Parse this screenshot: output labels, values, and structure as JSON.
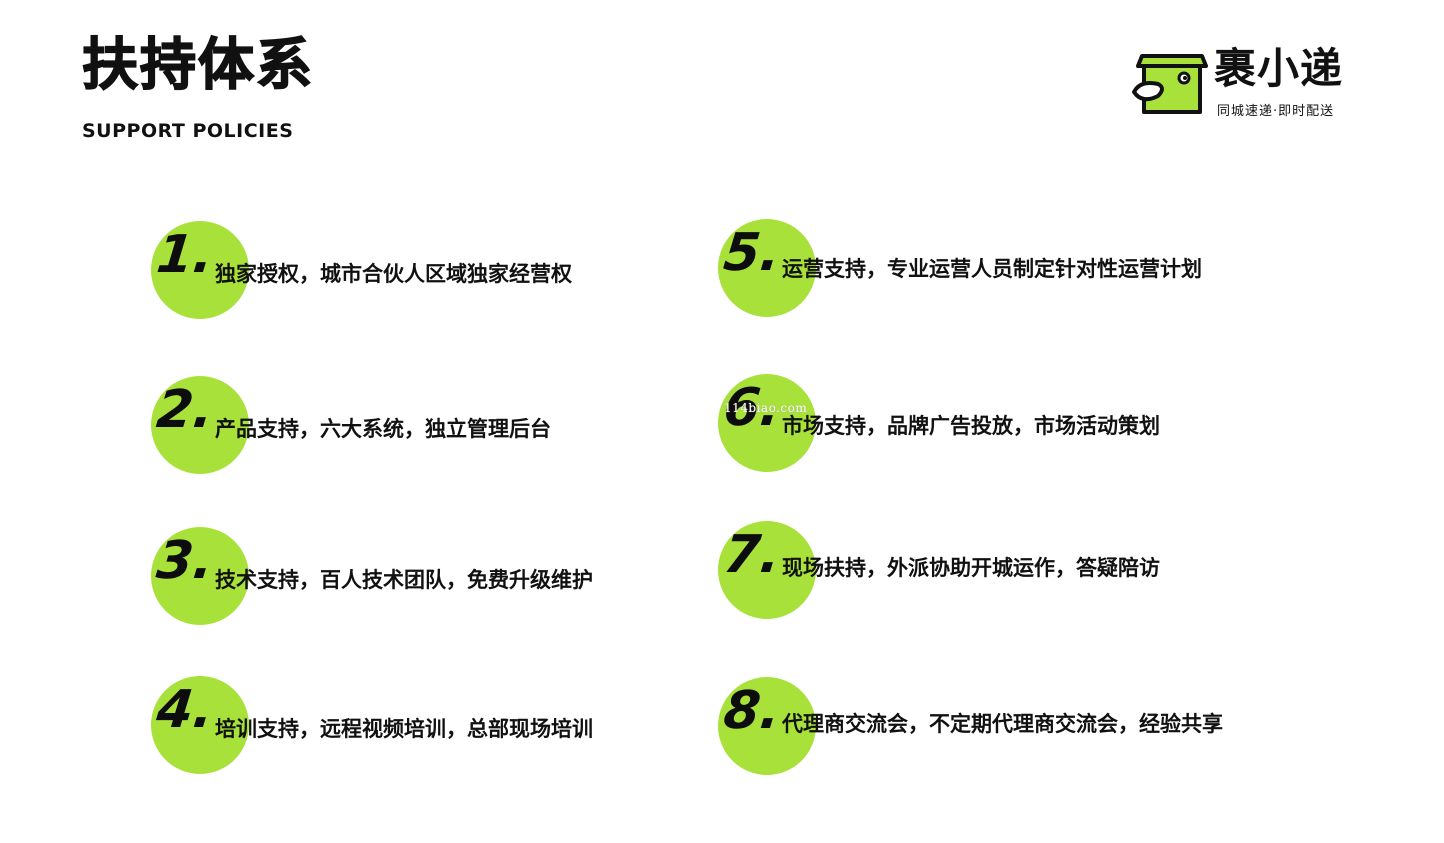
{
  "header": {
    "title": "扶持体系",
    "subtitle": "SUPPORT POLICIES"
  },
  "logo": {
    "name": "裹小递",
    "slogan": "同城速递·即时配送",
    "icon": "box-bird-icon"
  },
  "colors": {
    "accent": "#a8e13a",
    "text": "#111111",
    "background": "#ffffff"
  },
  "items": [
    {
      "number": "1.",
      "text": "独家授权，城市合伙人区域独家经营权"
    },
    {
      "number": "2.",
      "text": "产品支持，六大系统，独立管理后台"
    },
    {
      "number": "3.",
      "text": "技术支持，百人技术团队，免费升级维护"
    },
    {
      "number": "4.",
      "text": "培训支持，远程视频培训，总部现场培训"
    },
    {
      "number": "5.",
      "text": "运营支持，专业运营人员制定针对性运营计划"
    },
    {
      "number": "6.",
      "text": "市场支持，品牌广告投放，市场活动策划"
    },
    {
      "number": "7.",
      "text": "现场扶持，外派协助开城运作，答疑陪访"
    },
    {
      "number": "8.",
      "text": "代理商交流会，不定期代理商交流会，经验共享"
    }
  ],
  "watermark": "114biao.com"
}
